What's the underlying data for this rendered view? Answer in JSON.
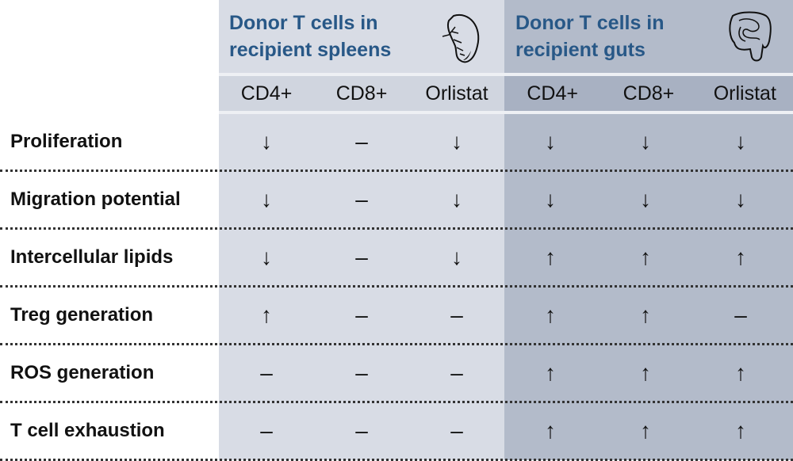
{
  "headers": {
    "spleen_title": [
      "Donor T cells in",
      "recipient spleens"
    ],
    "gut_title": [
      "Donor T cells in",
      "recipient guts"
    ],
    "spleen_columns": [
      "CD4+",
      "CD8+",
      "Orlistat"
    ],
    "gut_columns": [
      "CD4+",
      "CD8+",
      "Orlistat"
    ]
  },
  "rows": [
    {
      "label": "Proliferation",
      "values": [
        "↓",
        "–",
        "↓",
        "↓",
        "↓",
        "↓"
      ]
    },
    {
      "label": "Migration potential",
      "values": [
        "↓",
        "–",
        "↓",
        "↓",
        "↓",
        "↓"
      ]
    },
    {
      "label": "Intercellular lipids",
      "values": [
        "↓",
        "–",
        "↓",
        "↑",
        "↑",
        "↑"
      ]
    },
    {
      "label": "Treg generation",
      "values": [
        "↑",
        "–",
        "–",
        "↑",
        "↑",
        "–"
      ]
    },
    {
      "label": "ROS generation",
      "values": [
        "–",
        "–",
        "–",
        "↑",
        "↑",
        "↑"
      ]
    },
    {
      "label": "T cell exhaustion",
      "values": [
        "–",
        "–",
        "–",
        "↑",
        "↑",
        "↑"
      ]
    }
  ],
  "colors": {
    "title": "#285887",
    "spleen_bg": "#d8dce5",
    "gut_bg": "#b3bbca"
  }
}
